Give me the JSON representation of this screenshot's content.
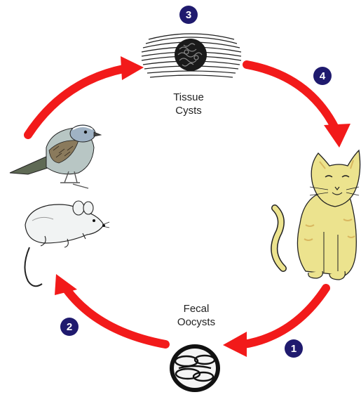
{
  "labels": {
    "tissue_line1": "Tissue",
    "tissue_line2": "Cysts",
    "fecal_line1": "Fecal",
    "fecal_line2": "Oocysts"
  },
  "steps": [
    "1",
    "2",
    "3",
    "4"
  ],
  "colors": {
    "arrow": "#f21a1a",
    "badge": "#1f1a6e",
    "cat": "#ece38e",
    "bird_body": "#b8c6c4",
    "mouse": "#f1f3f3",
    "ink": "#222222"
  },
  "icons": {
    "tissue_cyst": "tissue-cyst-icon",
    "oocyst": "oocyst-icon",
    "bird": "bird-icon",
    "mouse": "mouse-icon",
    "cat": "cat-icon"
  }
}
